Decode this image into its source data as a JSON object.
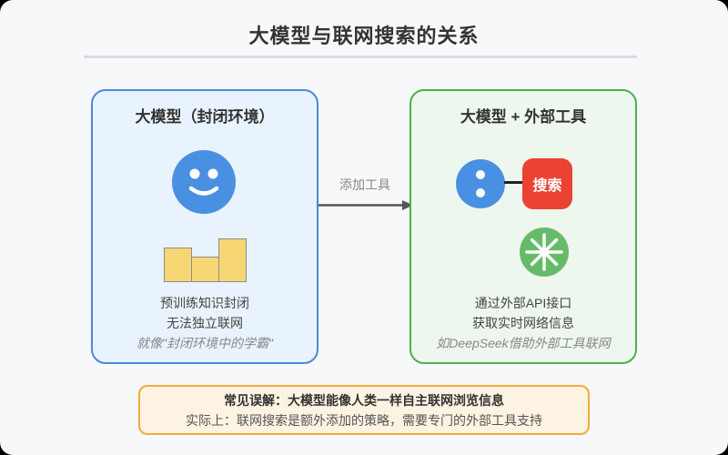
{
  "page": {
    "title": "大模型与联网搜索的关系",
    "bg_color": "#f7f8fa",
    "title_color": "#333333"
  },
  "closed_panel": {
    "title": "大模型（封闭环境）",
    "line1": "预训练知识封闭",
    "line2": "无法独立联网",
    "quote": "就像\"封闭环境中的学霸\"",
    "border_color": "#4a89dc",
    "bg_color": "#e9f3fd",
    "face_icon": "smiley-face-icon",
    "face_color": "#4a90e2",
    "bars_icon": "bar-chart-icon",
    "bar_color": "#f7d774"
  },
  "arrow": {
    "label": "添加工具",
    "color": "#555555"
  },
  "tools_panel": {
    "title": "大模型 + 外部工具",
    "search_button": "搜索",
    "line1": "通过外部API接口",
    "line2": "获取实时网络信息",
    "quote": "如DeepSeek借助外部工具联网",
    "border_color": "#4caf50",
    "bg_color": "#eef7ee",
    "node_icon": "model-node-icon",
    "node_color": "#4a90e2",
    "search_color": "#ea4335",
    "asterisk_icon": "asterisk-wheel-icon",
    "asterisk_color": "#66bb6a"
  },
  "note": {
    "line1": "常见误解：大模型能像人类一样自主联网浏览信息",
    "line2": "实际上：联网搜索是额外添加的策略，需要专门的外部工具支持",
    "border_color": "#f5a93c",
    "bg_color": "#fdf3e2"
  }
}
